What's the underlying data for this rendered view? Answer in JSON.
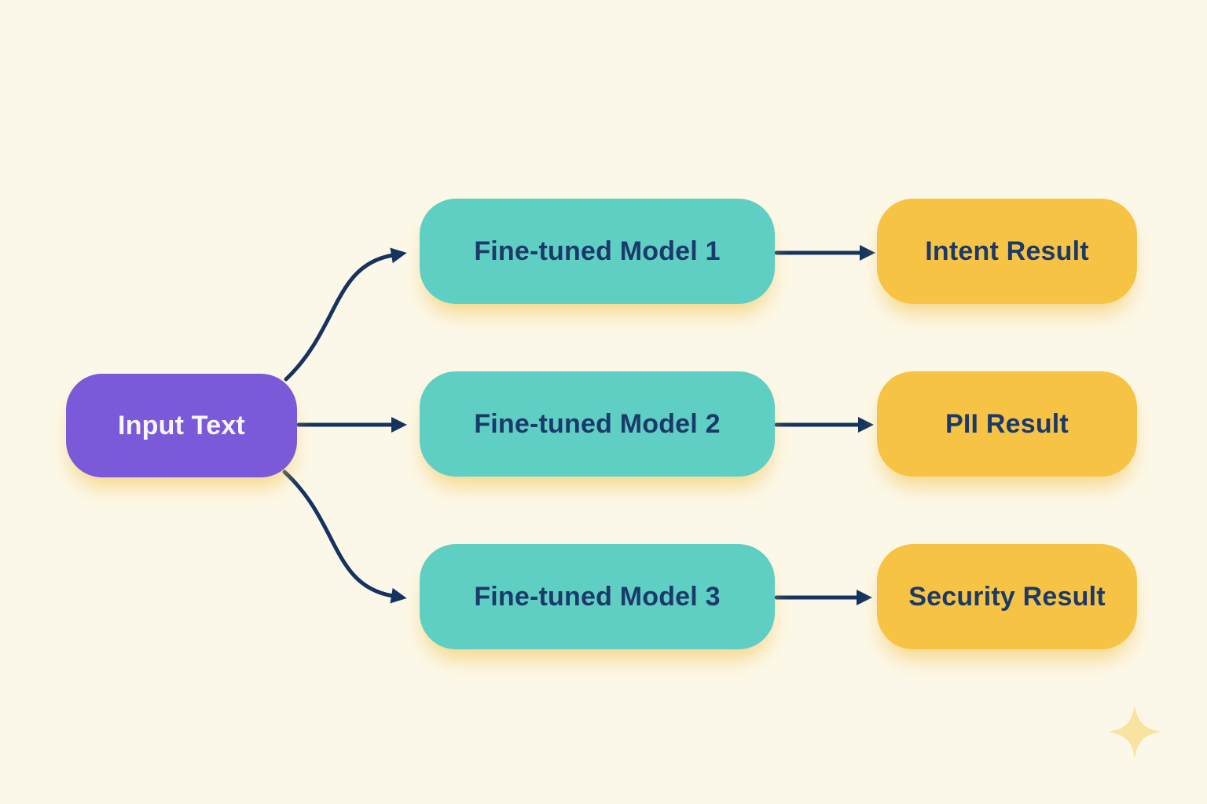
{
  "diagram": {
    "type": "flowchart",
    "background_color": "#FCF8E9",
    "edge_color": "#16335F",
    "glow_color": "#F3C658",
    "nodes": [
      {
        "id": "input",
        "label": "Input Text",
        "role": "source",
        "color": "#7A5AD8",
        "text_color": "#F8F6FC"
      },
      {
        "id": "model1",
        "label": "Fine-tuned Model 1",
        "role": "process",
        "color": "#5FCFC4",
        "text_color": "#1B3A69"
      },
      {
        "id": "model2",
        "label": "Fine-tuned Model 2",
        "role": "process",
        "color": "#5FCFC4",
        "text_color": "#1B3A69"
      },
      {
        "id": "model3",
        "label": "Fine-tuned Model 3",
        "role": "process",
        "color": "#5FCFC4",
        "text_color": "#1B3A69"
      },
      {
        "id": "intent",
        "label": "Intent Result",
        "role": "output",
        "color": "#F7C344",
        "text_color": "#1B3A69"
      },
      {
        "id": "pii",
        "label": "PII Result",
        "role": "output",
        "color": "#F7C344",
        "text_color": "#1B3A69"
      },
      {
        "id": "security",
        "label": "Security Result",
        "role": "output",
        "color": "#F7C344",
        "text_color": "#1B3A69"
      }
    ],
    "edges": [
      {
        "from": "input",
        "to": "model1",
        "style": "curved"
      },
      {
        "from": "input",
        "to": "model2",
        "style": "straight"
      },
      {
        "from": "input",
        "to": "model3",
        "style": "curved"
      },
      {
        "from": "model1",
        "to": "intent",
        "style": "straight"
      },
      {
        "from": "model2",
        "to": "pii",
        "style": "straight"
      },
      {
        "from": "model3",
        "to": "security",
        "style": "straight"
      }
    ],
    "decorations": [
      {
        "icon": "sparkle",
        "color": "#F8E3A0",
        "position": "bottom-right"
      }
    ]
  }
}
